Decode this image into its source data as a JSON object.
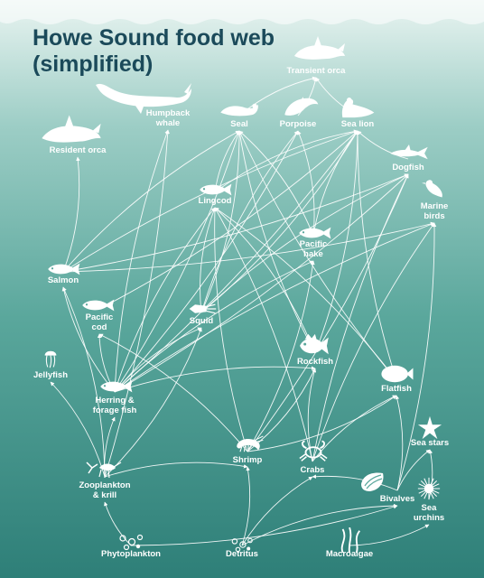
{
  "title": {
    "line1": "Howe Sound food web",
    "line2": "(simplified)"
  },
  "colors": {
    "background_top": "#e9f4f1",
    "background_mid": "#5aa79c",
    "background_bottom": "#2e7f78",
    "title": "#1b4a5a",
    "foreground": "#ffffff"
  },
  "nodes": [
    {
      "id": "transient_orca",
      "label": [
        "Transient orca"
      ],
      "icon": "transient-orca-icon"
    },
    {
      "id": "humpback",
      "label": [
        "Humpback",
        "whale"
      ],
      "icon": "humpback-whale-icon"
    },
    {
      "id": "resident_orca",
      "label": [
        "Resident orca"
      ],
      "icon": "resident-orca-icon"
    },
    {
      "id": "seal",
      "label": [
        "Seal"
      ],
      "icon": "seal-icon"
    },
    {
      "id": "porpoise",
      "label": [
        "Porpoise"
      ],
      "icon": "porpoise-icon"
    },
    {
      "id": "sea_lion",
      "label": [
        "Sea lion"
      ],
      "icon": "sea-lion-icon"
    },
    {
      "id": "dogfish",
      "label": [
        "Dogfish"
      ],
      "icon": "dogfish-icon"
    },
    {
      "id": "marine_birds",
      "label": [
        "Marine",
        "birds"
      ],
      "icon": "marine-bird-icon"
    },
    {
      "id": "lingcod",
      "label": [
        "Lingcod"
      ],
      "icon": "lingcod-icon"
    },
    {
      "id": "pacific_hake",
      "label": [
        "Pacific",
        "hake"
      ],
      "icon": "pacific-hake-icon"
    },
    {
      "id": "salmon",
      "label": [
        "Salmon"
      ],
      "icon": "salmon-icon"
    },
    {
      "id": "pacific_cod",
      "label": [
        "Pacific",
        "cod"
      ],
      "icon": "pacific-cod-icon"
    },
    {
      "id": "squid",
      "label": [
        "Squid"
      ],
      "icon": "squid-icon"
    },
    {
      "id": "rockfish",
      "label": [
        "Rockfish"
      ],
      "icon": "rockfish-icon"
    },
    {
      "id": "jellyfish",
      "label": [
        "Jellyfish"
      ],
      "icon": "jellyfish-icon"
    },
    {
      "id": "herring",
      "label": [
        "Herring &",
        "forage fish"
      ],
      "icon": "herring-icon"
    },
    {
      "id": "flatfish",
      "label": [
        "Flatfish"
      ],
      "icon": "flatfish-icon"
    },
    {
      "id": "sea_stars",
      "label": [
        "Sea stars"
      ],
      "icon": "sea-star-icon"
    },
    {
      "id": "shrimp",
      "label": [
        "Shrimp"
      ],
      "icon": "shrimp-icon"
    },
    {
      "id": "crabs",
      "label": [
        "Crabs"
      ],
      "icon": "crab-icon"
    },
    {
      "id": "zooplankton",
      "label": [
        "Zooplankton",
        "& krill"
      ],
      "icon": "zooplankton-icon"
    },
    {
      "id": "bivalves",
      "label": [
        "Bivalves"
      ],
      "icon": "bivalve-icon"
    },
    {
      "id": "sea_urchins",
      "label": [
        "Sea",
        "urchins"
      ],
      "icon": "sea-urchin-icon"
    },
    {
      "id": "phytoplankton",
      "label": [
        "Phytoplankton"
      ],
      "icon": "phytoplankton-icon"
    },
    {
      "id": "detritus",
      "label": [
        "Detritus"
      ],
      "icon": "detritus-icon"
    },
    {
      "id": "macroalgae",
      "label": [
        "Macroalgae"
      ],
      "icon": "macroalgae-icon"
    }
  ],
  "links": [
    [
      "seal",
      "transient_orca"
    ],
    [
      "porpoise",
      "transient_orca"
    ],
    [
      "sea_lion",
      "transient_orca"
    ],
    [
      "salmon",
      "resident_orca"
    ],
    [
      "herring",
      "humpback"
    ],
    [
      "zooplankton",
      "humpback"
    ],
    [
      "salmon",
      "seal"
    ],
    [
      "herring",
      "seal"
    ],
    [
      "lingcod",
      "seal"
    ],
    [
      "pacific_hake",
      "seal"
    ],
    [
      "rockfish",
      "seal"
    ],
    [
      "squid",
      "seal"
    ],
    [
      "flatfish",
      "seal"
    ],
    [
      "herring",
      "porpoise"
    ],
    [
      "squid",
      "porpoise"
    ],
    [
      "pacific_hake",
      "porpoise"
    ],
    [
      "salmon",
      "sea_lion"
    ],
    [
      "herring",
      "sea_lion"
    ],
    [
      "pacific_hake",
      "sea_lion"
    ],
    [
      "rockfish",
      "sea_lion"
    ],
    [
      "lingcod",
      "sea_lion"
    ],
    [
      "squid",
      "sea_lion"
    ],
    [
      "flatfish",
      "sea_lion"
    ],
    [
      "pacific_cod",
      "sea_lion"
    ],
    [
      "dogfish",
      "sea_lion"
    ],
    [
      "herring",
      "dogfish"
    ],
    [
      "squid",
      "dogfish"
    ],
    [
      "shrimp",
      "dogfish"
    ],
    [
      "crabs",
      "dogfish"
    ],
    [
      "salmon",
      "dogfish"
    ],
    [
      "herring",
      "marine_birds"
    ],
    [
      "salmon",
      "marine_birds"
    ],
    [
      "crabs",
      "marine_birds"
    ],
    [
      "bivalves",
      "marine_birds"
    ],
    [
      "herring",
      "lingcod"
    ],
    [
      "rockfish",
      "lingcod"
    ],
    [
      "shrimp",
      "lingcod"
    ],
    [
      "crabs",
      "lingcod"
    ],
    [
      "squid",
      "lingcod"
    ],
    [
      "flatfish",
      "lingcod"
    ],
    [
      "herring",
      "pacific_hake"
    ],
    [
      "shrimp",
      "pacific_hake"
    ],
    [
      "herring",
      "salmon"
    ],
    [
      "zooplankton",
      "salmon"
    ],
    [
      "herring",
      "pacific_cod"
    ],
    [
      "shrimp",
      "pacific_cod"
    ],
    [
      "herring",
      "squid"
    ],
    [
      "zooplankton",
      "squid"
    ],
    [
      "herring",
      "rockfish"
    ],
    [
      "shrimp",
      "rockfish"
    ],
    [
      "crabs",
      "rockfish"
    ],
    [
      "zooplankton",
      "jellyfish"
    ],
    [
      "zooplankton",
      "herring"
    ],
    [
      "shrimp",
      "flatfish"
    ],
    [
      "crabs",
      "flatfish"
    ],
    [
      "bivalves",
      "flatfish"
    ],
    [
      "bivalves",
      "sea_stars"
    ],
    [
      "sea_urchins",
      "sea_stars"
    ],
    [
      "zooplankton",
      "shrimp"
    ],
    [
      "detritus",
      "shrimp"
    ],
    [
      "detritus",
      "crabs"
    ],
    [
      "bivalves",
      "crabs"
    ],
    [
      "phytoplankton",
      "zooplankton"
    ],
    [
      "phytoplankton",
      "bivalves"
    ],
    [
      "detritus",
      "bivalves"
    ],
    [
      "macroalgae",
      "sea_urchins"
    ]
  ]
}
